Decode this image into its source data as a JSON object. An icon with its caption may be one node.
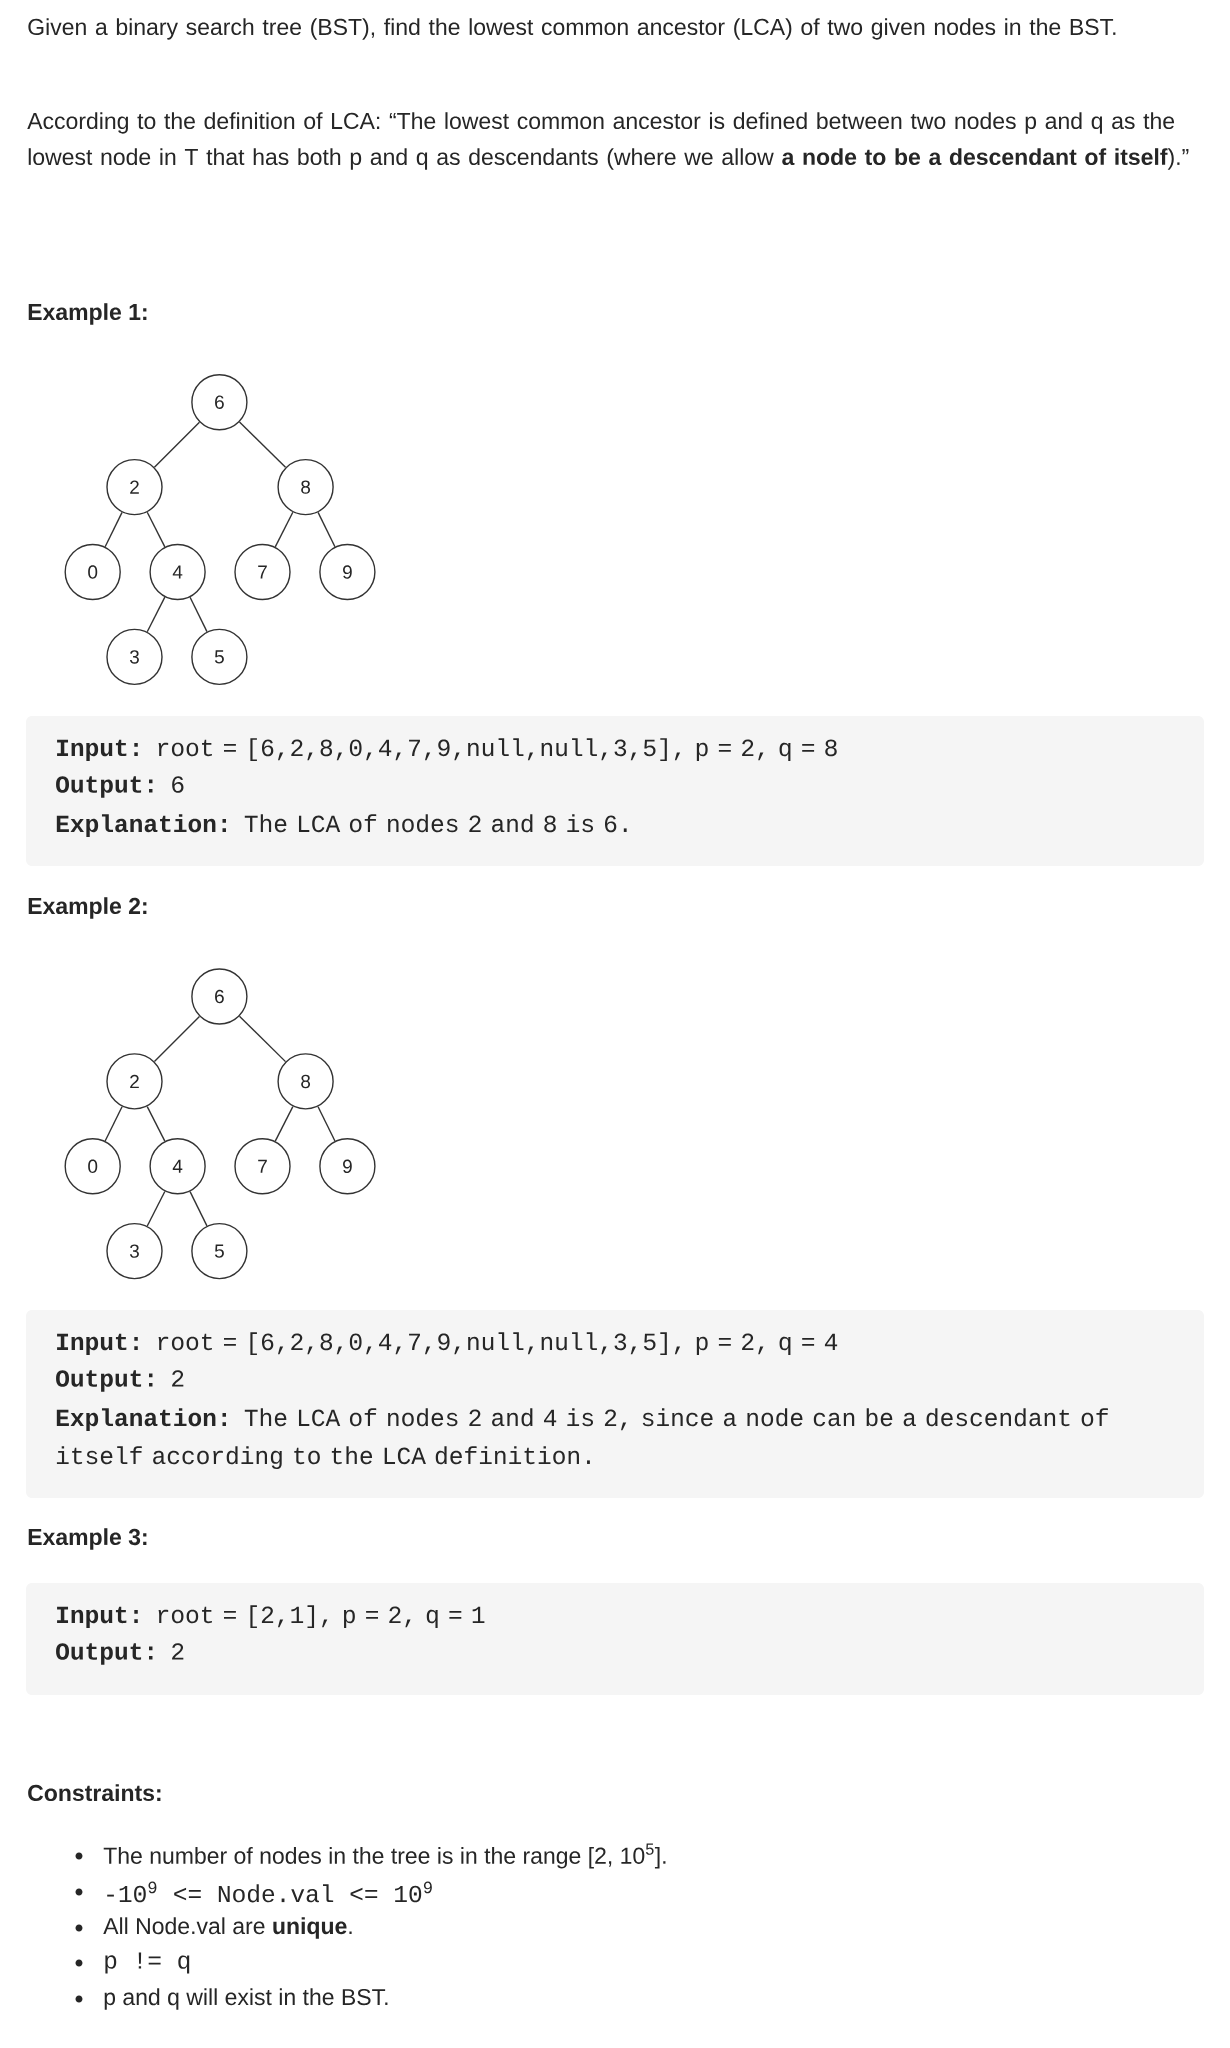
{
  "diagram": {
    "nodes": [
      {
        "text": [
          "6"
        ]
      },
      {
        "text": [
          "2"
        ]
      },
      {
        "text": [
          "8"
        ]
      },
      {
        "text": [
          "0"
        ]
      },
      {
        "text": [
          "4"
        ]
      },
      {
        "text": [
          "7"
        ]
      },
      {
        "text": [
          "9"
        ]
      },
      {
        "text": [
          "3"
        ]
      },
      {
        "text": [
          "5"
        ]
      },
      {
        "text": [
          "6"
        ]
      },
      {
        "text": [
          "2"
        ]
      },
      {
        "text": [
          "8"
        ]
      },
      {
        "text": [
          "0"
        ]
      },
      {
        "text": [
          "4"
        ]
      },
      {
        "text": [
          "7"
        ]
      },
      {
        "text": [
          "9"
        ]
      },
      {
        "text": [
          "3"
        ]
      },
      {
        "text": [
          "5"
        ]
      }
    ],
    "edges": [
      {
        "from": 0,
        "to": 1,
        "arrow": "none"
      },
      {
        "from": 0,
        "to": 2,
        "arrow": "none"
      },
      {
        "from": 1,
        "to": 3,
        "arrow": "none"
      },
      {
        "from": 1,
        "to": 4,
        "arrow": "none"
      },
      {
        "from": 2,
        "to": 5,
        "arrow": "none"
      },
      {
        "from": 2,
        "to": 6,
        "arrow": "none"
      },
      {
        "from": 4,
        "to": 7,
        "arrow": "none"
      },
      {
        "from": 4,
        "to": 8,
        "arrow": "none"
      },
      {
        "from": 9,
        "to": 10,
        "arrow": "none"
      },
      {
        "from": 9,
        "to": 11,
        "arrow": "none"
      },
      {
        "from": 10,
        "to": 12,
        "arrow": "none"
      },
      {
        "from": 10,
        "to": 13,
        "arrow": "none"
      },
      {
        "from": 11,
        "to": 14,
        "arrow": "none"
      },
      {
        "from": 11,
        "to": 15,
        "arrow": "none"
      },
      {
        "from": 13,
        "to": 16,
        "arrow": "none"
      },
      {
        "from": 13,
        "to": 17,
        "arrow": "none"
      }
    ],
    "labels": [
      "Given a binary search tree (BST), find the lowest common ancestor (LCA) of two given nodes in the BST.",
      "According to the definition of LCA: “The lowest common ancestor is defined between two nodes p and q as the lowest node in T that has both p and q as descendants (where we allow **a node to be a descendant of itself**).”",
      "Example 1:",
      "**Input:** root = [6,2,8,0,4,7,9,null,null,3,5], p = 2, q = 8",
      "**Output:** 6",
      "**Explanation:** The LCA of nodes 2 and 8 is 6.",
      "Example 2:",
      "**Input:** root = [6,2,8,0,4,7,9,null,null,3,5], p = 2, q = 4",
      "**Output:** 2",
      "**Explanation:** The LCA of nodes 2 and 4 is 2, since a node can be a descendant of itself according to the LCA definition.",
      "Example 3:",
      "**Input:** root = [2,1], p = 2, q = 1",
      "**Output:** 2",
      "Constraints:",
      "The number of nodes in the tree is in the range [2, 10$^{5}$].",
      "-10$^{9}$ <= Node.val <= 10$^{9}$",
      "All Node.val are **unique**.",
      "p != q",
      "p and q will exist in the BST."
    ]
  }
}
